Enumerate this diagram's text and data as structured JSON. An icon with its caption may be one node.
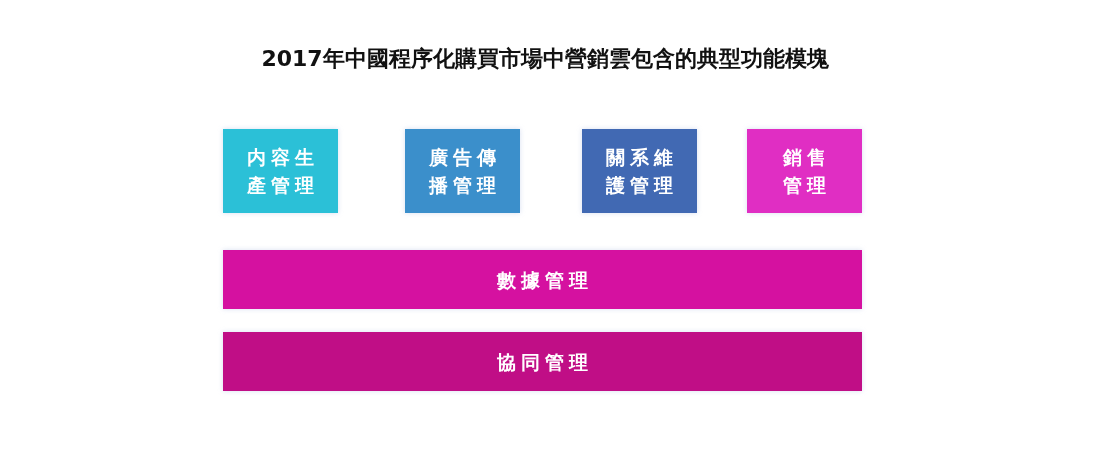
{
  "diagram": {
    "title": "2017年中國程序化購買市場中營銷雲包含的典型功能模塊",
    "nodes": [
      {
        "text": [
          "内容生產管理"
        ]
      },
      {
        "text": [
          "廣告傳播管理"
        ]
      },
      {
        "text": [
          "關系維護管理"
        ]
      },
      {
        "text": [
          "銷售管理"
        ]
      },
      {
        "text": [
          "數據管理"
        ]
      },
      {
        "text": [
          "協同管理"
        ]
      }
    ]
  }
}
